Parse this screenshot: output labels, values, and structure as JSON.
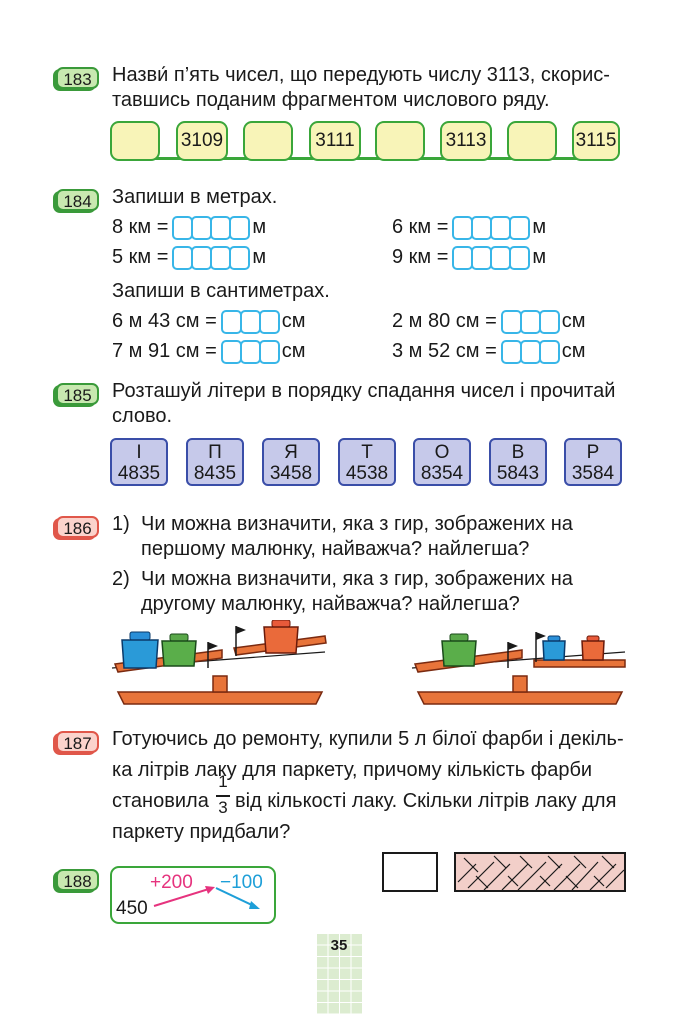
{
  "ex183": {
    "num": "183",
    "line1": "Назви́ п’ять чисел, що передують числу 3113, скорис-",
    "line2": "тавшись поданим фрагментом числового ряду.",
    "boxes": [
      "",
      "3109",
      "",
      "3111",
      "",
      "3113",
      "",
      "3115"
    ]
  },
  "ex184": {
    "num": "184",
    "title": "Запиши в метрах.",
    "m_rows": [
      {
        "left": "8 км =",
        "unit": "м"
      },
      {
        "left": "6 км =",
        "unit": "м"
      },
      {
        "left": "5 км =",
        "unit": "м"
      },
      {
        "left": "9 км =",
        "unit": "м"
      }
    ],
    "subtitle": "Запиши в сантиметрах.",
    "cm_rows": [
      {
        "left": "6 м 43 см =",
        "unit": "см"
      },
      {
        "left": "2 м 80 см =",
        "unit": "см"
      },
      {
        "left": "7 м 91 см =",
        "unit": "см"
      },
      {
        "left": "3 м 52 см =",
        "unit": "см"
      }
    ]
  },
  "ex185": {
    "num": "185",
    "line1": "Розташуй літери в порядку спадання чисел і прочитай",
    "line2": "слово.",
    "cards": [
      {
        "letter": "І",
        "number": "4835"
      },
      {
        "letter": "П",
        "number": "8435"
      },
      {
        "letter": "Я",
        "number": "3458"
      },
      {
        "letter": "Т",
        "number": "4538"
      },
      {
        "letter": "О",
        "number": "8354"
      },
      {
        "letter": "В",
        "number": "5843"
      },
      {
        "letter": "Р",
        "number": "3584"
      }
    ]
  },
  "ex186": {
    "num": "186",
    "q1_num": "1)",
    "q1_line1": "Чи можна визначити, яка з гир, зображених на",
    "q1_line2": "першому малюнку, найважча? найлегша?",
    "q2_num": "2)",
    "q2_line1": "Чи можна визначити, яка з гир, зображених на",
    "q2_line2": "другому малюнку, найважча? найлегша?"
  },
  "ex187": {
    "num": "187",
    "line1": "Готуючись до ремонту, купили 5 л білої фарби і декіль-",
    "line2": "ка літрів лаку для паркету, причому кількість фарби",
    "line3_a": "становила",
    "frac_num": "1",
    "frac_den": "3",
    "line3_b": "від кількості лаку. Скільки літрів лаку для",
    "line4": "паркету придбали?"
  },
  "ex188": {
    "num": "188",
    "start": "450",
    "op1": "+200",
    "op2": "−100"
  },
  "page_number": "35",
  "colors": {
    "green_badge": "#3a9a3a",
    "red_badge": "#e0574a",
    "cell_border": "#38b6e8",
    "card_fill": "#c6c9ea",
    "plus_arrow": "#e6337e",
    "minus_arrow": "#1e9fd8"
  }
}
